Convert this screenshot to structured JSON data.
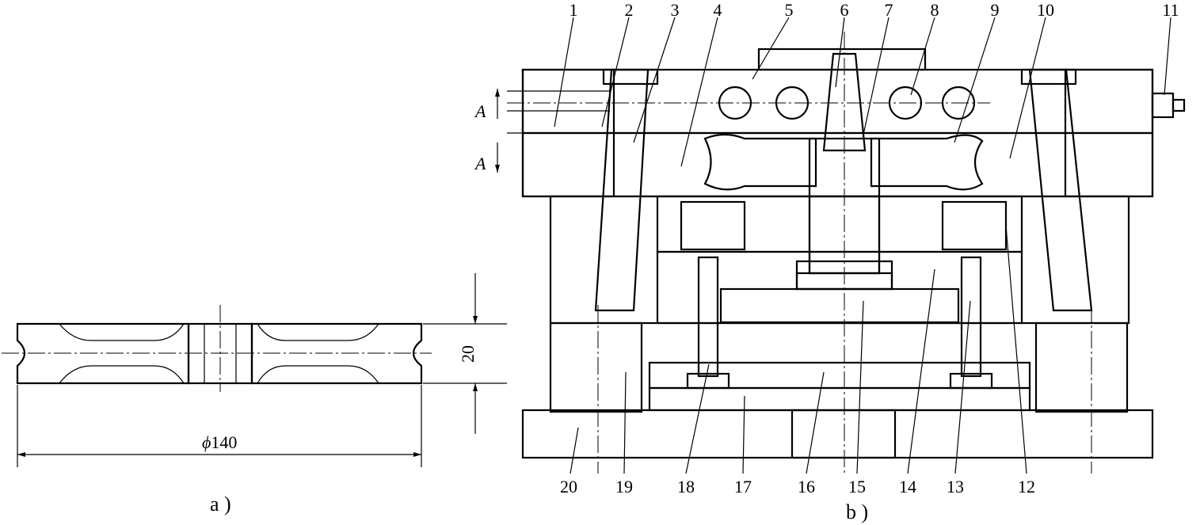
{
  "figure_a": {
    "caption": "a )",
    "dim_height": "20",
    "dim_diameter_symbol": "ϕ",
    "dim_diameter_value": "140"
  },
  "figure_b": {
    "caption": "b )",
    "section_label": "A",
    "top_labels": [
      "1",
      "2",
      "3",
      "4",
      "5",
      "6",
      "7",
      "8",
      "9",
      "10",
      "11"
    ],
    "bottom_labels": [
      "20",
      "19",
      "18",
      "17",
      "16",
      "15",
      "14",
      "13",
      "12"
    ]
  }
}
